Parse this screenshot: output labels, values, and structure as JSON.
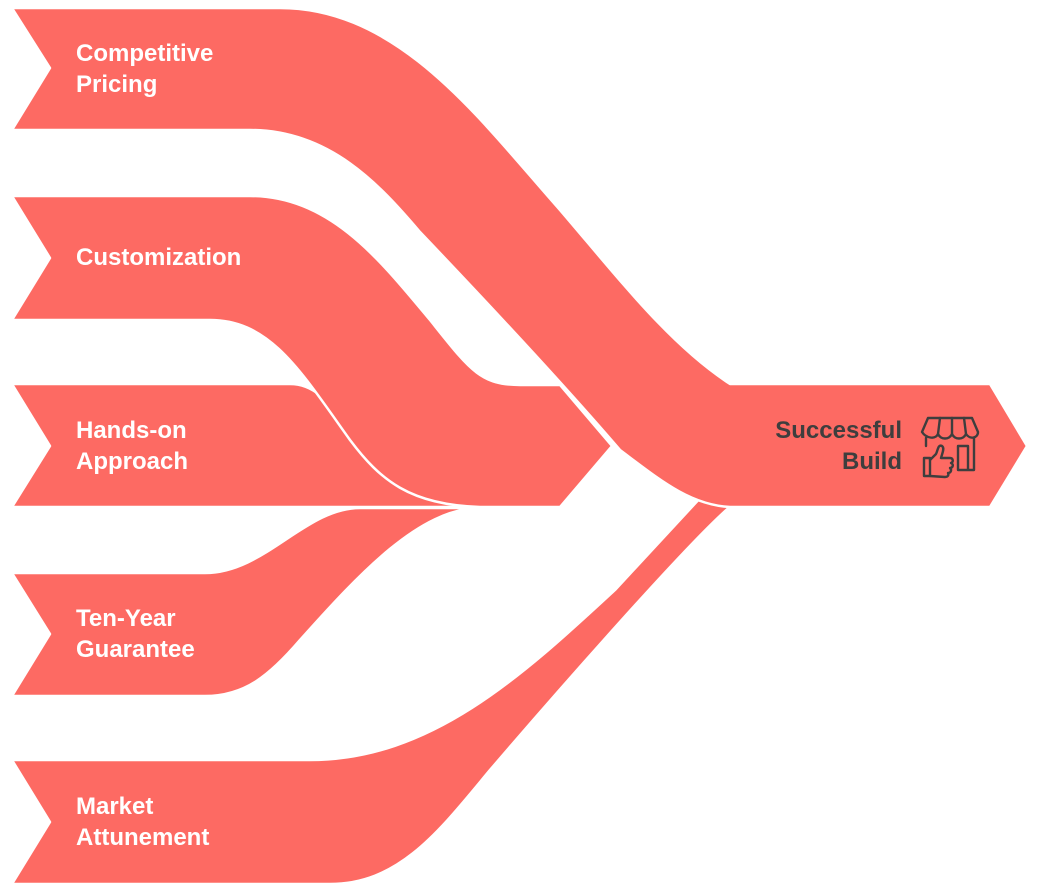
{
  "colors": {
    "band": "#fd6a63",
    "label": "#ffffff",
    "output_label": "#3e3e3e"
  },
  "inputs": [
    {
      "line1": "Competitive",
      "line2": "Pricing"
    },
    {
      "line1": "Customization",
      "line2": ""
    },
    {
      "line1": "Hands-on",
      "line2": "Approach"
    },
    {
      "line1": "Ten-Year",
      "line2": "Guarantee"
    },
    {
      "line1": "Market",
      "line2": "Attunement"
    }
  ],
  "output": {
    "line1": "Successful",
    "line2": "Build",
    "icon": "storefront-thumbs-up-icon"
  }
}
